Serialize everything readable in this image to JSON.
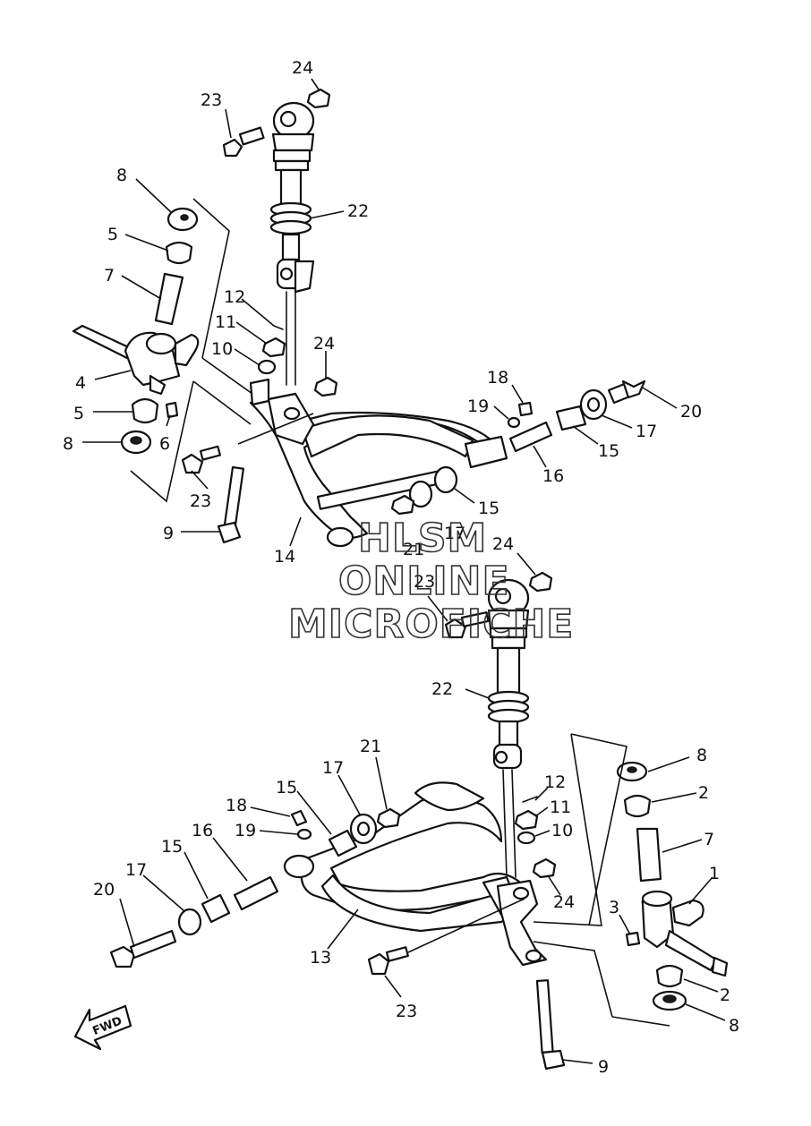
{
  "callouts": {
    "c24a": "24",
    "c23a": "23",
    "c8a": "8",
    "c5a": "5",
    "c7a": "7",
    "c22a": "22",
    "c12a": "12",
    "c11a": "11",
    "c10a": "10",
    "c24b": "24",
    "c4": "4",
    "c5b": "5",
    "c6": "6",
    "c8b": "8",
    "c18a": "18",
    "c19a": "19",
    "c20a": "20",
    "c17a": "17",
    "c15a": "15",
    "c16a": "16",
    "c15b": "15",
    "c23b": "23",
    "c17b": "17",
    "c21a": "21",
    "c9a": "9",
    "c14": "14",
    "c24c": "24",
    "c23c": "23",
    "c22b": "22",
    "c8c": "8",
    "c2a": "2",
    "c7b": "7",
    "c1": "1",
    "c3": "3",
    "c2b": "2",
    "c8d": "8",
    "c21b": "21",
    "c17c": "17",
    "c15c": "15",
    "c18b": "18",
    "c19b": "19",
    "c16b": "16",
    "c15d": "15",
    "c17d": "17",
    "c20b": "20",
    "c12b": "12",
    "c11b": "11",
    "c10b": "10",
    "c24d": "24",
    "c13": "13",
    "c23d": "23",
    "c9b": "9"
  },
  "watermark": {
    "line1": "HLSM",
    "line2": "ONLINE",
    "line3": "MICROFICHE"
  },
  "fwd_label": "FWD",
  "colors": {
    "ink": "#111111",
    "background": "#ffffff",
    "watermark": "#333333"
  }
}
